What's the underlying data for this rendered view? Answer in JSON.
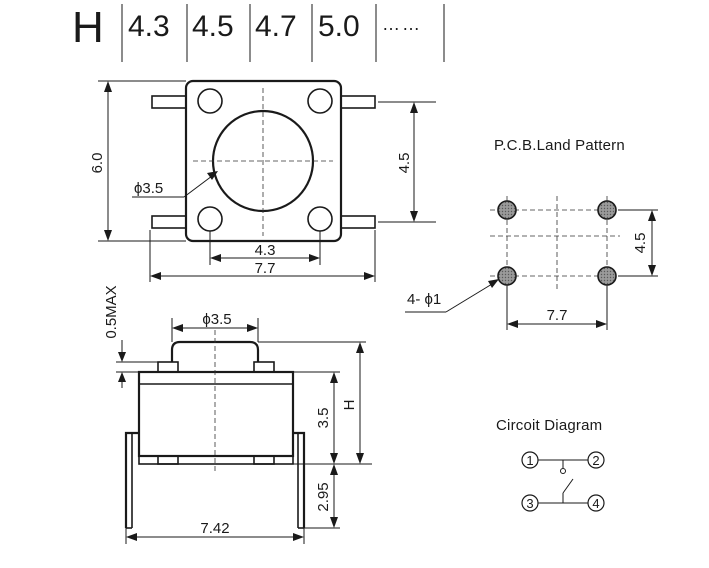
{
  "header": {
    "letter": "H",
    "heights": [
      "4.3",
      "4.5",
      "4.7",
      "5.0"
    ],
    "more": "……"
  },
  "top_view": {
    "width_label": "6.0",
    "height_label": "4.5",
    "phi_label": "ϕ3.5",
    "inner_label": "4.3",
    "outer_label": "7.7"
  },
  "side_view": {
    "max_label": "0.5MAX",
    "phi_label": "ϕ3.5",
    "body_label": "3.5",
    "h_label": "H",
    "pin_label": "2.95",
    "width_label": "7.42"
  },
  "pcb": {
    "title": "P.C.B.Land Pattern",
    "vertical_label": "4.5",
    "horizontal_label": "7.7",
    "hole_label": "4- ϕ1"
  },
  "circuit": {
    "title": "Circoit Diagram",
    "pins": [
      "1",
      "2",
      "3",
      "4"
    ]
  }
}
